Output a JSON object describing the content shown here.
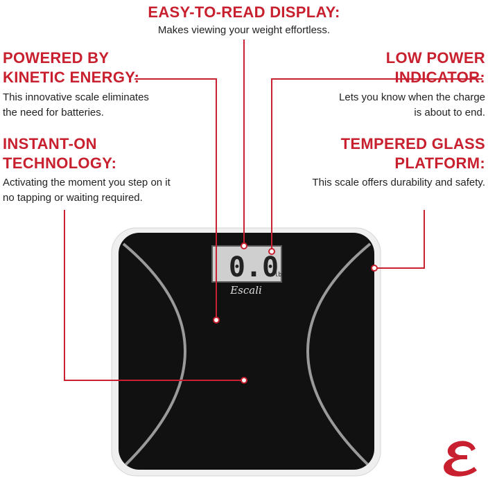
{
  "colors": {
    "accent": "#c8202f",
    "scale_body": "#111111",
    "scale_frame": "#ededed",
    "lcd": "#cfcfcf",
    "arc": "#9a9a9a"
  },
  "callouts": {
    "display": {
      "heading": "EASY-TO-READ DISPLAY:",
      "text": [
        "Makes viewing your weight effortless."
      ]
    },
    "kinetic": {
      "heading": [
        "POWERED BY",
        "KINETIC ENERGY:"
      ],
      "text": [
        "This innovative scale eliminates",
        "the need for batteries."
      ]
    },
    "instant": {
      "heading": [
        "INSTANT-ON",
        "TECHNOLOGY:"
      ],
      "text": [
        "Activating the moment you step on it",
        "no tapping or waiting required."
      ]
    },
    "low_power": {
      "heading": [
        "LOW POWER",
        "INDICATOR:"
      ],
      "text": [
        "Lets you know when the charge",
        "is about to end."
      ]
    },
    "glass": {
      "heading": [
        "TEMPERED GLASS",
        "PLATFORM:"
      ],
      "text": [
        "This scale offers durability and safety."
      ]
    }
  },
  "scale": {
    "display_reading": "0.0",
    "display_unit": "lb",
    "brand": "Escali"
  },
  "logo": {
    "name": "escali-e-logo"
  }
}
